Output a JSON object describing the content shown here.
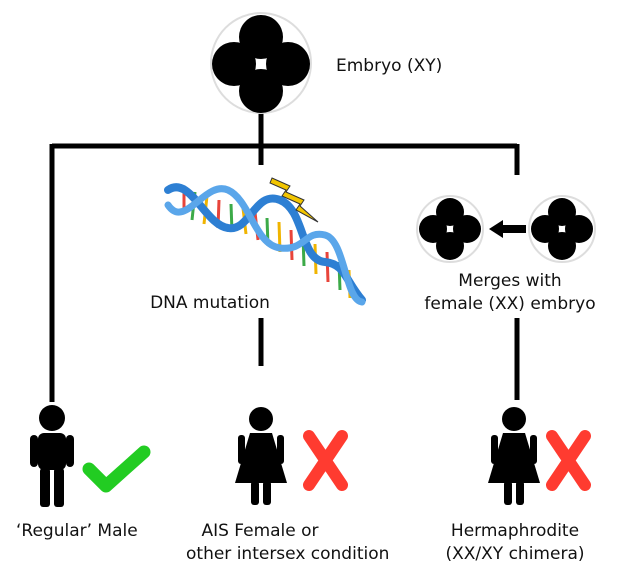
{
  "embryo_label": "Embryo (XY)",
  "dna_label": "DNA mutation",
  "merge_label_line1": "Merges with",
  "merge_label_line2": "female (XX) embryo",
  "outcomes": [
    {
      "line1": "‘Regular’ Male",
      "line2": "",
      "figure": "male-figure",
      "mark": "checkmark",
      "mark_color": "#22cc22"
    },
    {
      "line1": "AIS Female or",
      "line2": "other intersex condition",
      "figure": "female-figure",
      "mark": "cross",
      "mark_color": "#ff3b30"
    },
    {
      "line1": "Hermaphrodite",
      "line2": "(XX/XY chimera)",
      "figure": "female-figure",
      "mark": "cross",
      "mark_color": "#ff3b30"
    }
  ],
  "colors": {
    "line": "#000000",
    "lightning": "#f2c500",
    "dna_blue": "#2d7fd3"
  }
}
